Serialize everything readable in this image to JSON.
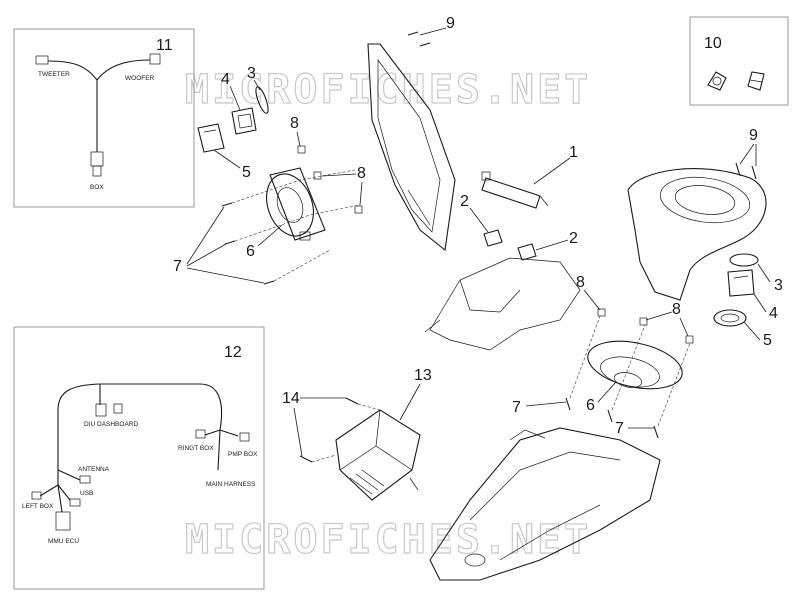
{
  "watermark": "MICROFICHES.NET",
  "callouts": {
    "n1": "1",
    "n2a": "2",
    "n2b": "2",
    "n3a": "3",
    "n3b": "3",
    "n4a": "4",
    "n4b": "4",
    "n5a": "5",
    "n5b": "5",
    "n6a": "6",
    "n6b": "6",
    "n7a": "7",
    "n7b": "7",
    "n7c": "7",
    "n8a": "8",
    "n8b": "8",
    "n8c": "8",
    "n8d": "8",
    "n9a": "9",
    "n9b": "9",
    "n10": "10",
    "n11": "11",
    "n12": "12",
    "n13": "13",
    "n14": "14"
  },
  "box11": {
    "tweeter": "TWEETER",
    "woofer": "WOOFER",
    "box": "BOX"
  },
  "box12": {
    "diu": "DIU DASHBOARD",
    "right_box": "RINGT BOX",
    "pmp": "PMP BOX",
    "main_harness": "MAIN HARNESS",
    "antenna": "ANTENNA",
    "usb": "USB",
    "left_box": "LEFT BOX",
    "mmu": "MMU ECU"
  }
}
